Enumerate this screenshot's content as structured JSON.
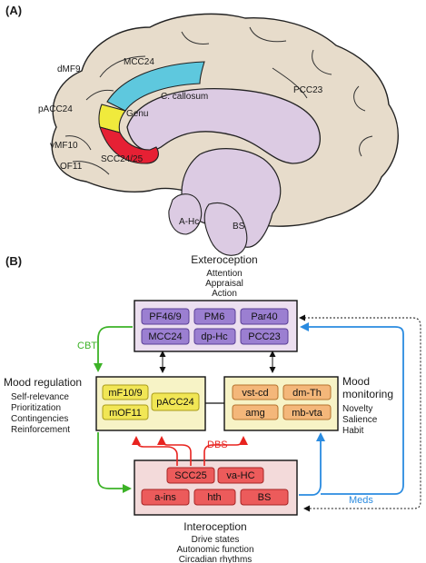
{
  "panel_a": {
    "label": "(A)",
    "regions": {
      "mcc24": "MCC24",
      "dmf9": "dMF9",
      "pacc24": "pACC24",
      "genu": "Genu",
      "c_callosum": "C. callosum",
      "pcc23": "PCC23",
      "vmf10": "vMF10",
      "scc2425": "SCC24/25",
      "of11": "OF11",
      "a_hc": "A-Hc",
      "bs": "BS"
    }
  },
  "panel_b": {
    "label": "(B)",
    "exteroception": {
      "title": "Exteroception",
      "lines": [
        "Attention",
        "Appraisal",
        "Action"
      ],
      "nodes": [
        "PF46/9",
        "PM6",
        "Par40",
        "MCC24",
        "dp-Hc",
        "PCC23"
      ]
    },
    "mood_regulation": {
      "title": "Mood regulation",
      "lines": [
        "Self-relevance",
        "Prioritization",
        "Contingencies",
        "Reinforcement"
      ],
      "nodes": [
        "mF10/9",
        "mOF11",
        "pACC24"
      ]
    },
    "mood_monitoring": {
      "title_line1": "Mood",
      "title_line2": "monitoring",
      "lines": [
        "Novelty",
        "Salience",
        "Habit"
      ],
      "nodes": [
        "vst-cd",
        "dm-Th",
        "amg",
        "mb-vta"
      ]
    },
    "interoception": {
      "title": "Interoception",
      "lines": [
        "Drive states",
        "Autonomic function",
        "Circadian rhythms"
      ],
      "nodes": [
        "SCC25",
        "va-HC",
        "a-ins",
        "hth",
        "BS"
      ]
    },
    "labels": {
      "cbt": "CBT",
      "dbs": "DBS",
      "meds": "Meds"
    },
    "colors": {
      "cbt": "#3cb227",
      "dbs": "#e8231f",
      "meds": "#2a8be0",
      "ext_fill": "#ecdff0",
      "ext_node": "#9b7fd1",
      "reg_fill": "#f7f3c6",
      "reg_node": "#f1e655",
      "mon_fill": "#f7f3c6",
      "mon_node": "#f4b77a",
      "int_fill": "#f3dada",
      "int_node": "#ec5b5b",
      "brain_tan": "#e7dccb",
      "brain_lilac": "#dccbe3",
      "brain_cyan": "#5ec8de",
      "brain_yellow": "#f0ea3c",
      "brain_red": "#e62034"
    }
  }
}
